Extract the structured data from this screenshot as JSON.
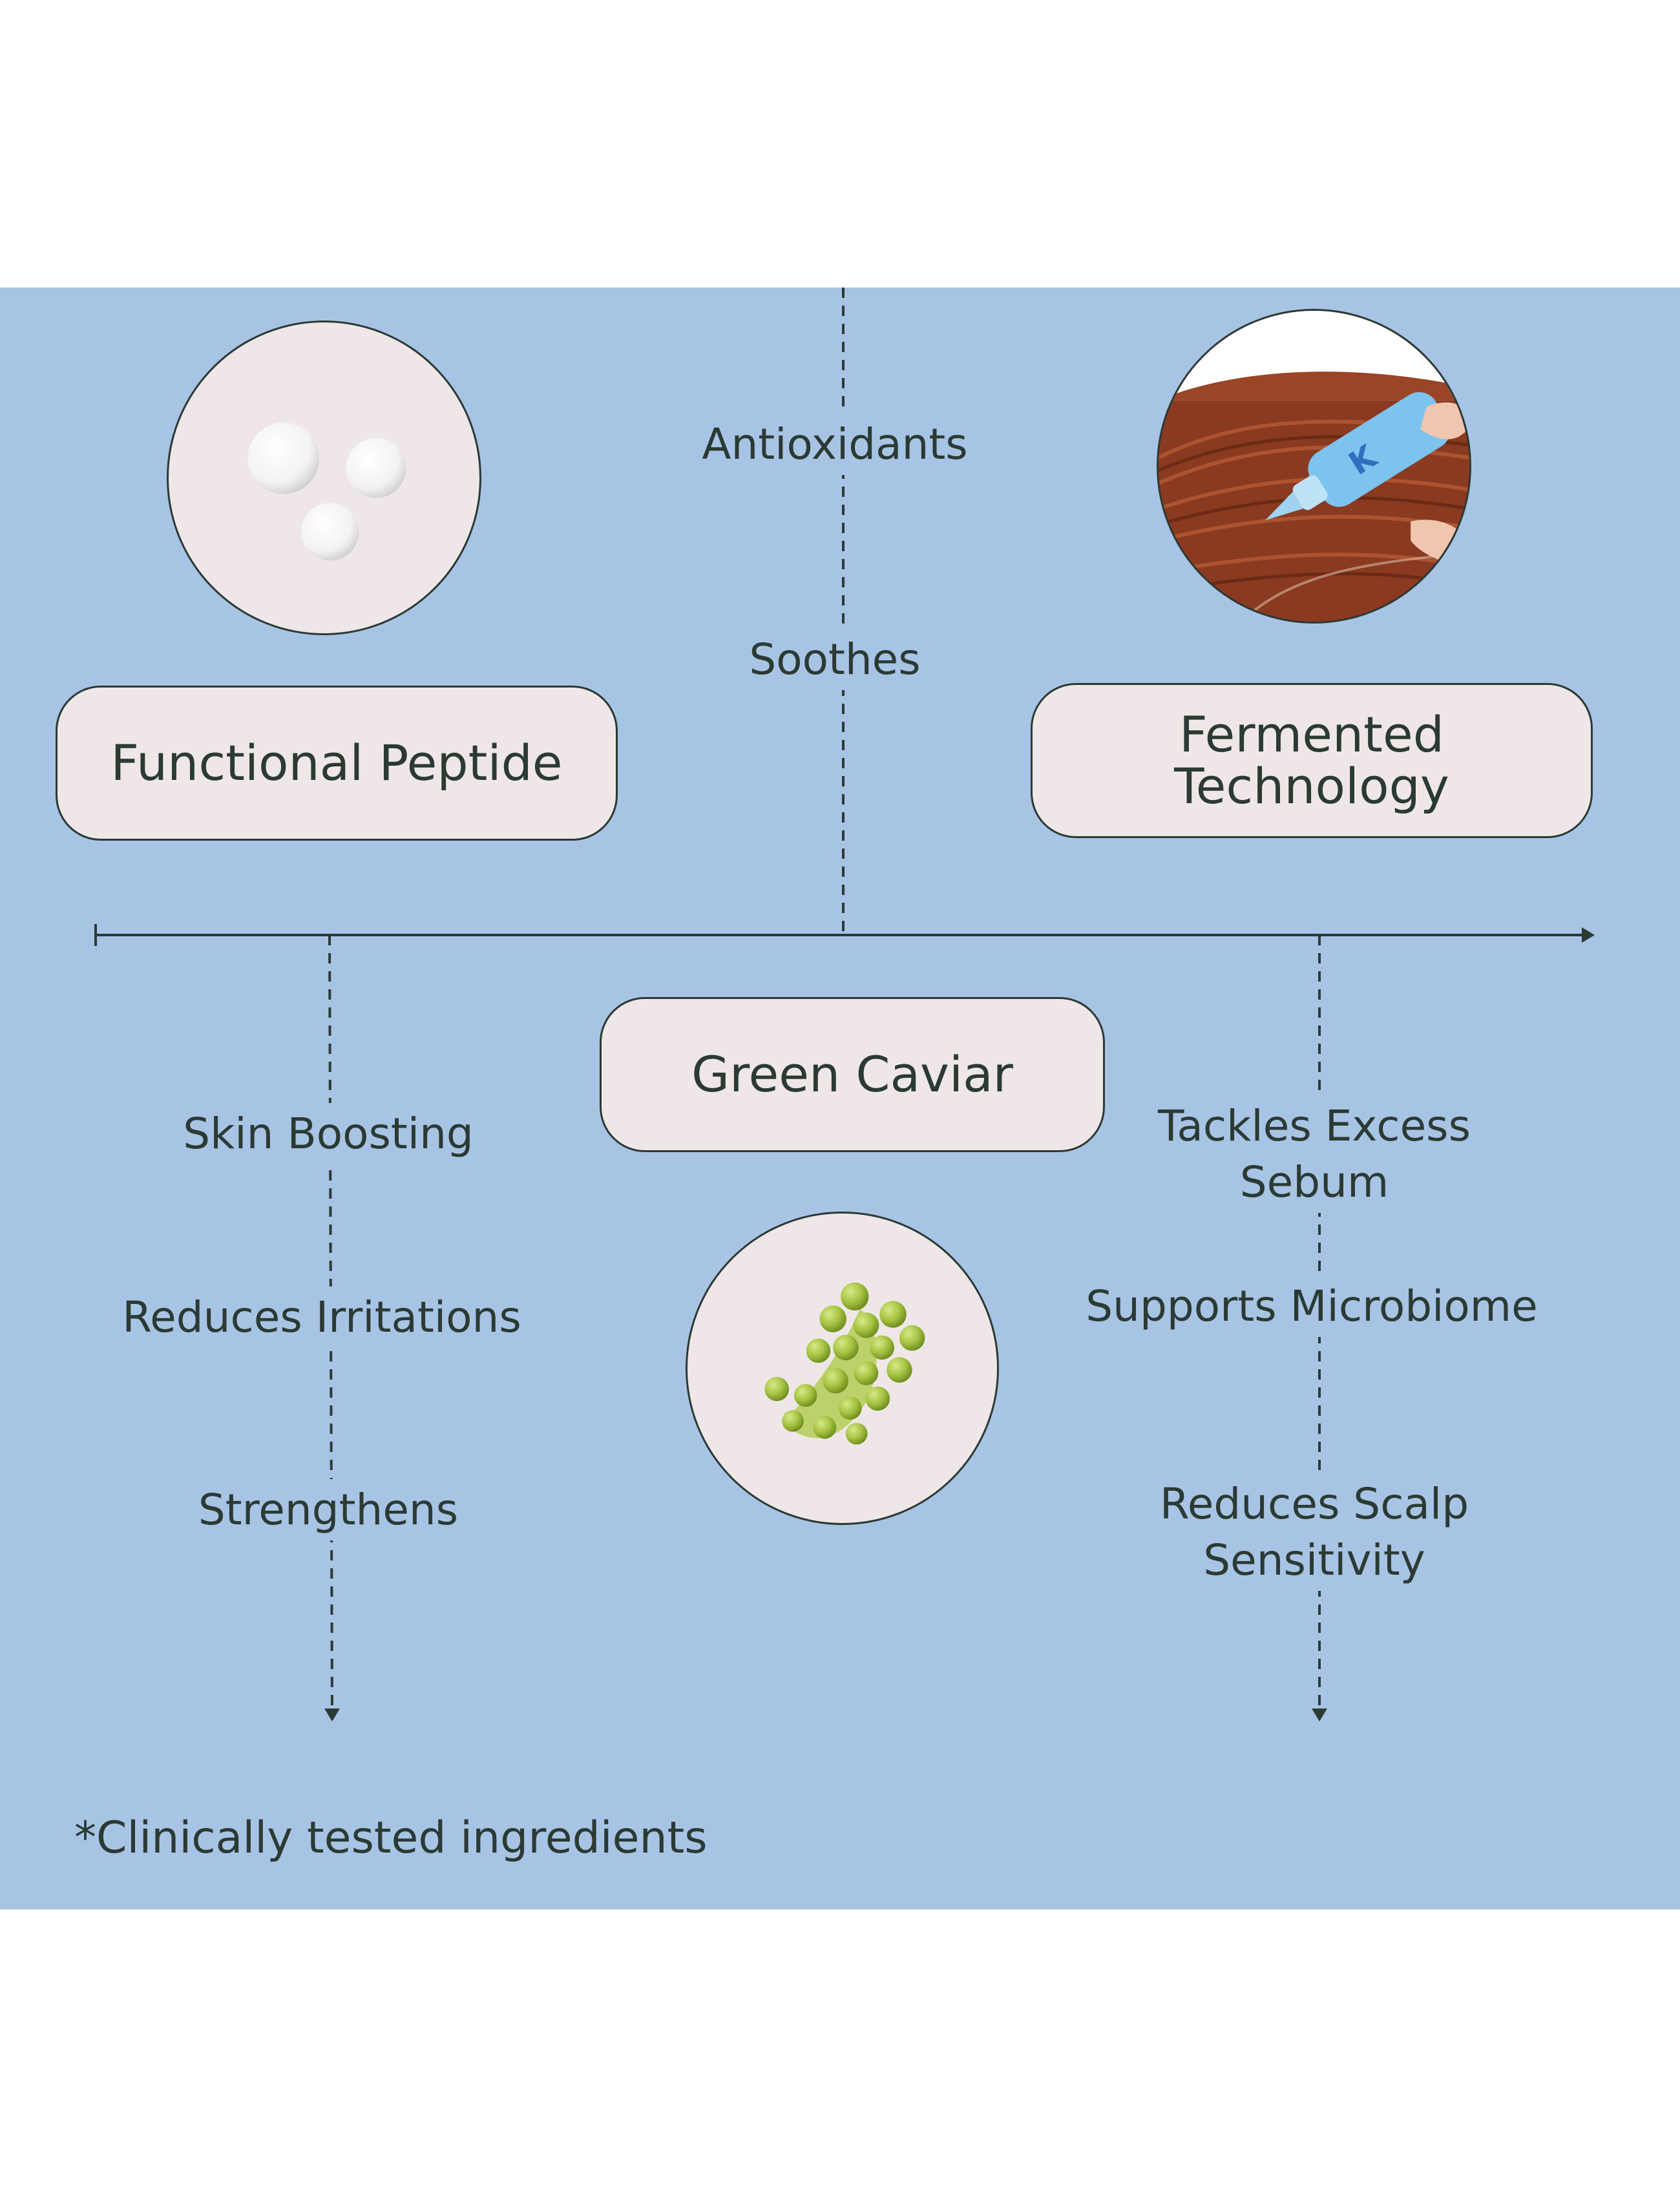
{
  "top_branch": {
    "benefits": [
      "Antioxidants",
      "Soothes"
    ]
  },
  "ingredients": [
    {
      "name": "Functional Peptide",
      "image_icon": "white-cream-droplets-icon"
    },
    {
      "name": [
        "Fermented",
        "Technology"
      ],
      "image_icon": "scalp-serum-application-icon"
    },
    {
      "name": "Green Caviar",
      "image_icon": "green-caviar-seaweed-icon"
    }
  ],
  "left_branch": {
    "benefits": [
      "Skin Boosting",
      "Reduces Irritations",
      "Strengthens"
    ]
  },
  "right_branch": {
    "benefits": [
      [
        "Tackles Excess",
        "Sebum"
      ],
      "Supports Microbiome",
      [
        "Reduces Scalp",
        "Sensitivity"
      ]
    ]
  },
  "footnote": "*Clinically tested ingredients",
  "colors": {
    "panel": "#a8c4e5",
    "pill": "#efe7e7",
    "ink": "#2b3a33",
    "caviar_green": "#9dba3c",
    "hair": "#8a3a20",
    "bottle": "#7cc4ee"
  }
}
